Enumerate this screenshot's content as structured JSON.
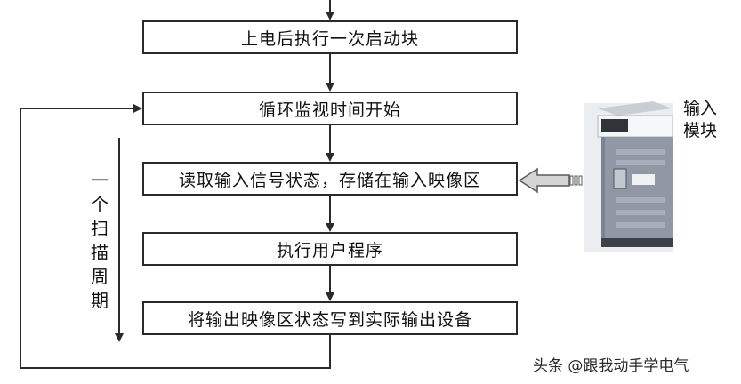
{
  "steps": [
    "上电后执行一次启动块",
    "循环监视时间开始",
    "读取输入信号状态，存储在输入映像区",
    "执行用户程序",
    "将输出映像区状态写到实际输出设备"
  ],
  "scan_cycle_label": "一个扫描周期",
  "input_module": {
    "label": "输入模块"
  },
  "watermark": "头条 @跟我动手学电气",
  "colors": {
    "line": "#2a2a2a",
    "box_border": "#2a2a2a",
    "input_arrow_fill": "#d4d4d4",
    "module_body": "#8f98a4"
  }
}
